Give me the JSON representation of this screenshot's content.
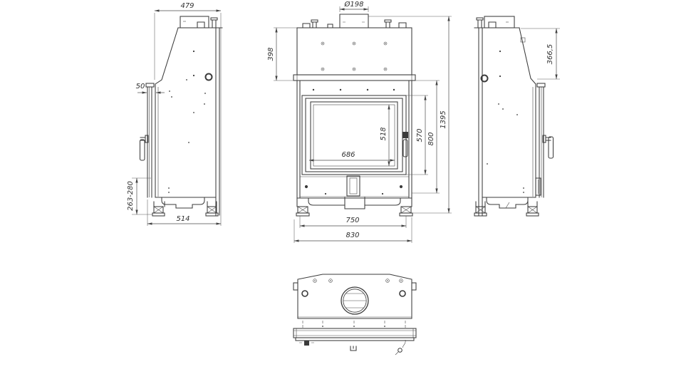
{
  "drawing": {
    "background": "#ffffff",
    "line_color": "#3b3b3b",
    "dimension_color": "#2f2f2f",
    "dimensions": {
      "left_view": {
        "depth_top": "479",
        "door_front_offset": "50",
        "base_clearance_range": "263-280",
        "depth_bottom": "514"
      },
      "front_view": {
        "flue_diameter": "Ø198",
        "upper_chamber_height": "398",
        "glass_width": "686",
        "glass_height": "518",
        "door_height": "570",
        "body_height": "800",
        "total_height": "1395",
        "feet_spacing": "750",
        "overall_width": "830"
      },
      "right_view": {
        "top_section_height": "366,5"
      }
    }
  }
}
